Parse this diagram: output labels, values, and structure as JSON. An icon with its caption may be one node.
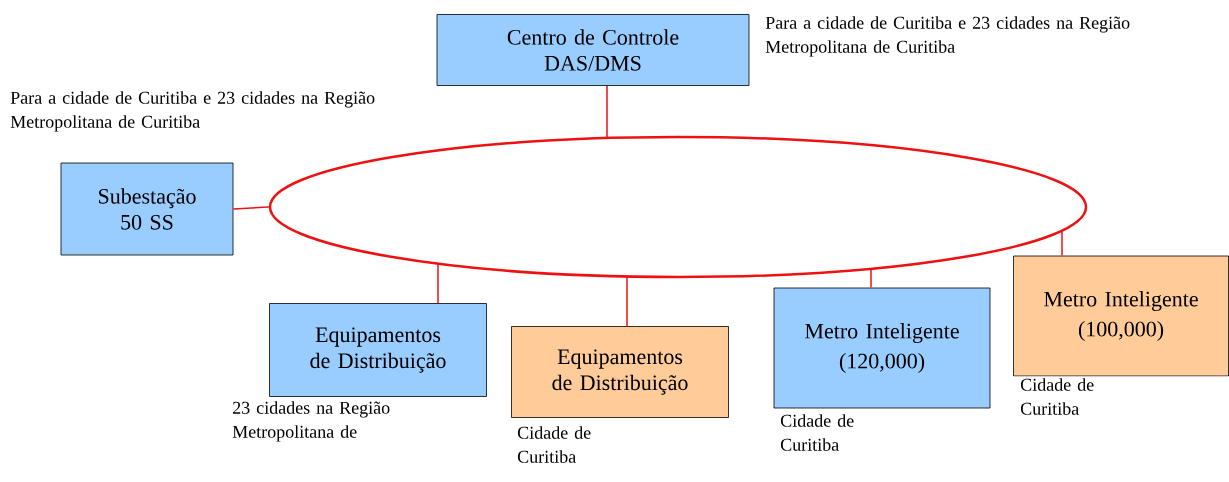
{
  "diagram": {
    "nodes": [
      {
        "text": [
          "Centro de Controle DAS/DMS"
        ],
        "beside": [
          "Para a cidade de Curitiba e 23 cidades na Região Metropolitana de Curitiba"
        ]
      },
      {
        "text": [
          "Subestação 50 SS"
        ]
      },
      {
        "text": [],
        "shape": "ellipse"
      },
      {
        "text": [
          "Equipamentos de Distribuição"
        ],
        "beside": [
          "23 cidades na Região Metropolitana de"
        ]
      },
      {
        "text": [
          "Equipamentos de Distribuição"
        ],
        "beside": [
          "Cidade de Curitiba"
        ]
      },
      {
        "text": [
          "Metro Inteligente",
          "(120,000)"
        ],
        "beside": [
          "Cidade de Curitiba"
        ]
      },
      {
        "text": [
          "Metro Inteligente",
          "(100,000)"
        ],
        "beside": [
          "Cidade de Curitiba"
        ]
      }
    ],
    "edges": [
      {
        "from": 0,
        "to": 2,
        "arrow": "none"
      },
      {
        "from": 1,
        "to": 2,
        "arrow": "none"
      },
      {
        "from": 3,
        "to": 2,
        "arrow": "none"
      },
      {
        "from": 4,
        "to": 2,
        "arrow": "none"
      },
      {
        "from": 5,
        "to": 2,
        "arrow": "none"
      },
      {
        "from": 6,
        "to": 2,
        "arrow": "none"
      }
    ],
    "labels": [
      "Para a cidade de Curitiba e 23 cidades na Região Metropolitana de Curitiba"
    ]
  }
}
